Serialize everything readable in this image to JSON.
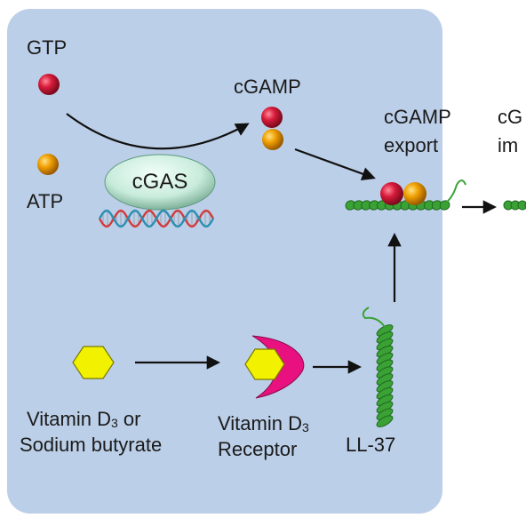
{
  "labels": {
    "gtp": "GTP",
    "atp": "ATP",
    "cgamp": "cGAMP",
    "cgas": "cGAS",
    "export_line1": "cGAMP",
    "export_line2": "export",
    "import_line1": "cG",
    "import_line2": "im",
    "vitd_line1_pre": "Vitamin D",
    "vitd_line1_sub": "3",
    "vitd_line1_post": " or",
    "vitd_line2": "Sodium butyrate",
    "receptor_line1_pre": "Vitamin D",
    "receptor_line1_sub": "3",
    "receptor_line2": "Receptor",
    "ll37": "LL-37"
  },
  "colors": {
    "cell_background": "#bccfe8",
    "gtp_sphere": "#d81b3a",
    "atp_sphere": "#f0a000",
    "hexagon": "#f2f200",
    "receptor": "#e8117f",
    "helix": "#3aa135",
    "dna_strand_a": "#d23b3b",
    "dna_strand_b": "#2a8fb0",
    "cgas_ellipse": "#c9ecdc",
    "arrow": "#111111"
  }
}
